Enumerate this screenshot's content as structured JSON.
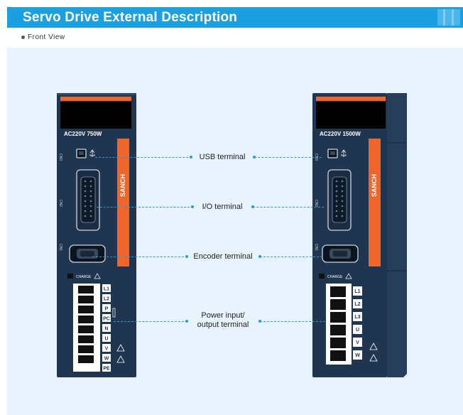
{
  "header": {
    "title": "Servo Drive External Description"
  },
  "subhead": {
    "text": "Front View"
  },
  "left_drive": {
    "model": "AC220V  750W",
    "brand": "SANCH",
    "charge": "CHARGE",
    "ports": [
      "CN3",
      "CN2",
      "CN1"
    ],
    "terminals": [
      "L1",
      "L2",
      "P",
      "PC",
      "N",
      "U",
      "V",
      "W",
      "PE"
    ]
  },
  "right_drive": {
    "model": "AC220V  1500W",
    "brand": "SANCH",
    "charge": "CHARGE",
    "ports": [
      "CN3",
      "CN2",
      "CN1"
    ],
    "terminals": [
      "L1",
      "L2",
      "L3",
      "U",
      "V",
      "W"
    ]
  },
  "labels": {
    "usb": "USB terminal",
    "io": "I/O terminal",
    "encoder": "Encoder terminal",
    "power_line1": "Power input/",
    "power_line2": "output terminal"
  },
  "colors": {
    "header_bg": "#1a9fe0",
    "drive_body": "#1f3550",
    "accent_orange": "#f0652a",
    "connector_line": "#2a9ad8"
  }
}
